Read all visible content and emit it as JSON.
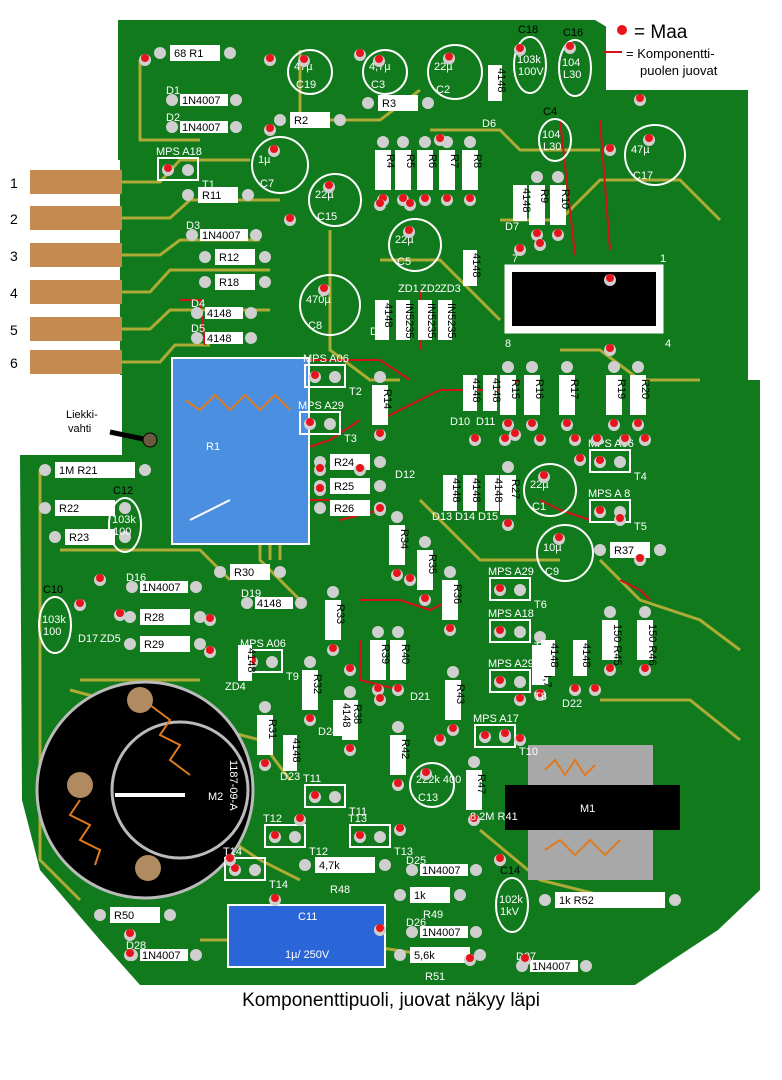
{
  "legend": {
    "dot_text": "= Maa",
    "line_text_1": "= Komponentti-",
    "line_text_2": "puolen juovat",
    "dot_color": "#e8141c",
    "line_color": "#d2121a"
  },
  "caption": "Komponenttipuoli, juovat näkyy läpi",
  "connector_pins": [
    "1",
    "2",
    "3",
    "4",
    "5",
    "6"
  ],
  "flame_sensor_label_1": "Liekki-",
  "flame_sensor_label_2": "vahti",
  "colors": {
    "board": "#107a1c",
    "trace": "#c8b43a",
    "silk": "#ffffff",
    "relay": "#4a8fe0",
    "cap_blue": "#2a66d8",
    "motor_ring": "#000000",
    "m1_body": "#000000",
    "m1_frame": "#a8a8a8",
    "wire": "#e07a20"
  },
  "resistors": [
    {
      "id": "r1",
      "text": "68    R1"
    },
    {
      "id": "r2",
      "text": "R2"
    },
    {
      "id": "r3",
      "text": "R3"
    },
    {
      "id": "r11",
      "text": "R11"
    },
    {
      "id": "r12",
      "text": "R12"
    },
    {
      "id": "r18",
      "text": "R18"
    },
    {
      "id": "r21",
      "text": "1M    R21"
    },
    {
      "id": "r22",
      "text": "R22"
    },
    {
      "id": "r23",
      "text": "R23"
    },
    {
      "id": "r24",
      "text": "R24"
    },
    {
      "id": "r25",
      "text": "R25"
    },
    {
      "id": "r26",
      "text": "R26"
    },
    {
      "id": "r28",
      "text": "R28"
    },
    {
      "id": "r29",
      "text": "R29"
    },
    {
      "id": "r30",
      "text": "R30"
    },
    {
      "id": "r37",
      "text": "R37"
    },
    {
      "id": "r48",
      "text": "4,7k"
    },
    {
      "id": "r49",
      "text": "1k"
    },
    {
      "id": "r50",
      "text": "R50"
    },
    {
      "id": "r51",
      "text": "5,6k"
    },
    {
      "id": "r52",
      "text": "1k          R52"
    }
  ],
  "vertical_resistors": [
    {
      "id": "r4",
      "text": "R4"
    },
    {
      "id": "r5",
      "text": "R5"
    },
    {
      "id": "r6",
      "text": "R6"
    },
    {
      "id": "r7",
      "text": "R7"
    },
    {
      "id": "r8",
      "text": "R8"
    },
    {
      "id": "r9",
      "text": "R9"
    },
    {
      "id": "r10",
      "text": "R10"
    },
    {
      "id": "r14",
      "text": "R14"
    },
    {
      "id": "r15",
      "text": "R15"
    },
    {
      "id": "r16",
      "text": "R16"
    },
    {
      "id": "r17",
      "text": "R17"
    },
    {
      "id": "r19",
      "text": "R19"
    },
    {
      "id": "r20",
      "text": "R20"
    },
    {
      "id": "r27",
      "text": "R27"
    },
    {
      "id": "r31",
      "text": "R31"
    },
    {
      "id": "r32",
      "text": "R32"
    },
    {
      "id": "r33",
      "text": "R33"
    },
    {
      "id": "r34",
      "text": "R34"
    },
    {
      "id": "r35",
      "text": "R35"
    },
    {
      "id": "r36",
      "text": "R36"
    },
    {
      "id": "r38",
      "text": "R38"
    },
    {
      "id": "r39",
      "text": "R39"
    },
    {
      "id": "r40",
      "text": "R40"
    },
    {
      "id": "r42",
      "text": "R42"
    },
    {
      "id": "r43",
      "text": "R43"
    },
    {
      "id": "r44",
      "text": "R44 4,7"
    },
    {
      "id": "r45",
      "text": "150   R45"
    },
    {
      "id": "r46",
      "text": "150   R46"
    },
    {
      "id": "r47",
      "text": "R47"
    }
  ],
  "diodes": [
    {
      "id": "d1",
      "text": "1N4007",
      "ref": "D1"
    },
    {
      "id": "d2",
      "text": "1N4007",
      "ref": "D2"
    },
    {
      "id": "d3",
      "text": "1N4007",
      "ref": "D3"
    },
    {
      "id": "d4",
      "text": "4148",
      "ref": "D4"
    },
    {
      "id": "d5",
      "text": "4148",
      "ref": "D5"
    },
    {
      "id": "d16",
      "text": "1N4007",
      "ref": "D16"
    },
    {
      "id": "d19",
      "text": "4148",
      "ref": "D19"
    },
    {
      "id": "d25",
      "text": "1N4007",
      "ref": "D25"
    },
    {
      "id": "d26",
      "text": "1N4007",
      "ref": "D26"
    },
    {
      "id": "d27",
      "text": "1N4007",
      "ref": "D27"
    },
    {
      "id": "d28",
      "text": "1N4007",
      "ref": "D28"
    }
  ],
  "caps": [
    {
      "id": "c19",
      "val": "47µ",
      "ref": "C19"
    },
    {
      "id": "c3",
      "val": "4,7µ",
      "ref": "C3"
    },
    {
      "id": "c2",
      "val": "22µ",
      "ref": "C2"
    },
    {
      "id": "c7",
      "val": "1µ",
      "ref": "C7"
    },
    {
      "id": "c15",
      "val": "22µ",
      "ref": "C15"
    },
    {
      "id": "c5",
      "val": "22µ",
      "ref": "C5"
    },
    {
      "id": "c8",
      "val": "470µ",
      "ref": "C8"
    },
    {
      "id": "c17",
      "val": "47µ",
      "ref": "C17"
    },
    {
      "id": "c1",
      "val": "22µ",
      "ref": "C1"
    },
    {
      "id": "c9",
      "val": "10µ",
      "ref": "C9"
    },
    {
      "id": "c13",
      "val": "222k 400",
      "ref": "C13"
    }
  ],
  "film_caps": [
    {
      "id": "c18",
      "l1": "103k",
      "l2": "100V",
      "ref": "C18"
    },
    {
      "id": "c16",
      "l1": "104",
      "l2": "L30",
      "ref": "C16"
    },
    {
      "id": "c4",
      "l1": "104",
      "l2": "L30",
      "ref": "C4"
    },
    {
      "id": "c12",
      "l1": "103k",
      "l2": "100",
      "ref": "C12"
    },
    {
      "id": "c10",
      "l1": "103k",
      "l2": "100",
      "ref": "C10"
    },
    {
      "id": "c14",
      "l1": "102k",
      "l2": "1kV",
      "ref": "C14"
    }
  ],
  "c11": {
    "ref": "C11",
    "val": "1µ/ 250V"
  },
  "relay": {
    "ref": "R1"
  },
  "m1": {
    "ref": "M1"
  },
  "m2": {
    "ref": "M2"
  },
  "transistors": [
    {
      "id": "t1",
      "name": "MPS A18",
      "ref": "T1"
    },
    {
      "id": "t2",
      "name": "MPS A06",
      "ref": "T2"
    },
    {
      "id": "t3",
      "name": "MPS A29",
      "ref": "T3"
    },
    {
      "id": "t4",
      "name": "MPS A06",
      "ref": "T4"
    },
    {
      "id": "t5",
      "name": "MPS A 8",
      "ref": "T5"
    },
    {
      "id": "t6",
      "name": "MPS A29",
      "ref": "T6"
    },
    {
      "id": "t7",
      "name": "MPS A18",
      "ref": "T7"
    },
    {
      "id": "t8",
      "name": "MPS A29",
      "ref": "T8"
    },
    {
      "id": "t9",
      "name": "MPS A06",
      "ref": "T9"
    },
    {
      "id": "t10",
      "name": "MPS A17",
      "ref": "T10"
    },
    {
      "id": "t11",
      "name": "T11",
      "ref": "T11"
    },
    {
      "id": "t12",
      "name": "T12",
      "ref": "T12"
    },
    {
      "id": "t13",
      "name": "T13",
      "ref": "T13"
    },
    {
      "id": "t14",
      "name": "T14",
      "ref": "T14"
    }
  ],
  "misc_labels": {
    "d6": "D6",
    "d7": "D7",
    "d9": "D9",
    "d10": "D10",
    "d11": "D11",
    "d12": "D12",
    "d13": "D13",
    "d14": "D14",
    "d15": "D15",
    "d17": "D17",
    "d21": "D21",
    "d22": "D22",
    "d23": "D23",
    "d24": "D24",
    "zd1": "ZD1",
    "zd2": "ZD2",
    "zd3": "ZD3",
    "zd4": "ZD4",
    "zd5": "ZD5",
    "r41": "8,2M R41",
    "ic_pin1": "1",
    "ic_pin4": "4",
    "ic_pin7": "7",
    "ic_pin8": "8",
    "r48": "R48",
    "r49": "R49",
    "r51": "R51",
    "sn": "1187-09-A",
    "v4148": "4148",
    "zener": "IN5235"
  }
}
